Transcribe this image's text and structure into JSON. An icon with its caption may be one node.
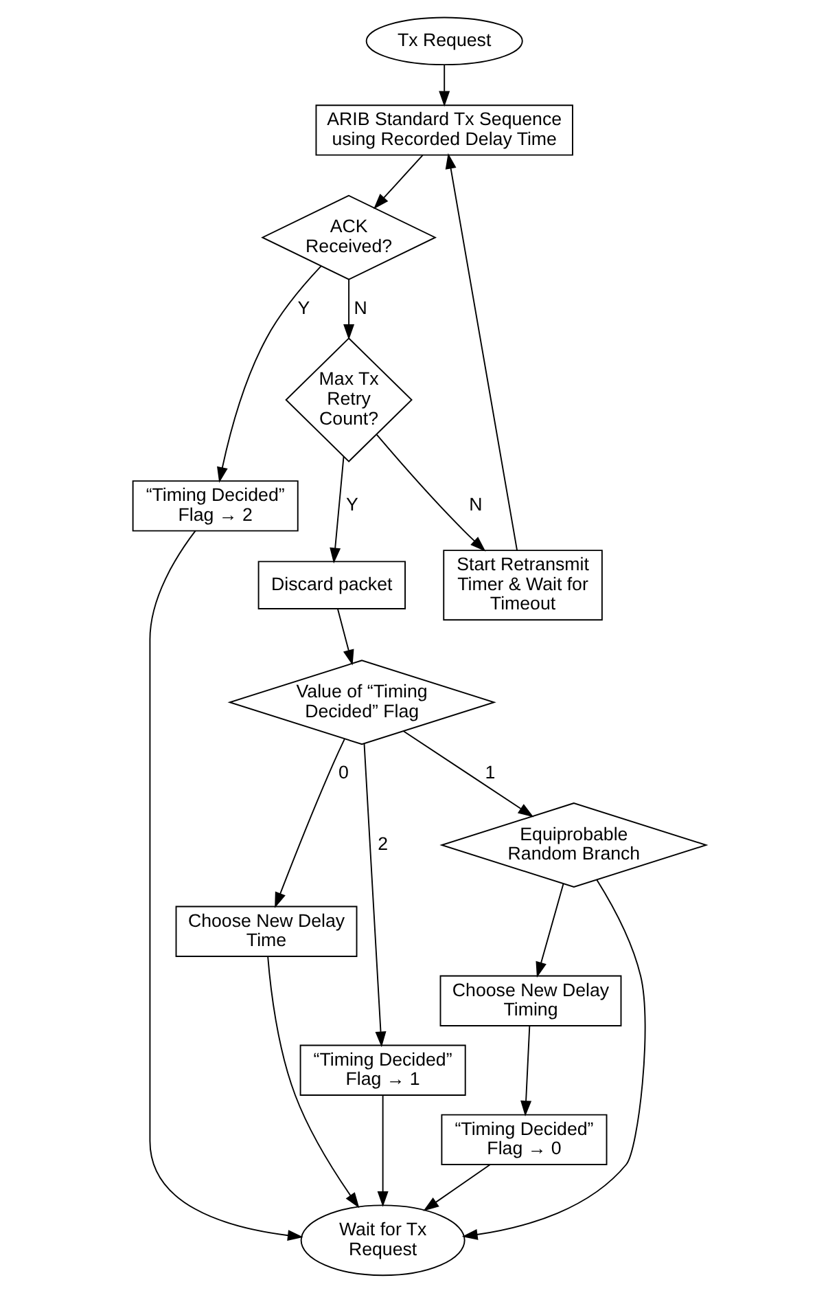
{
  "diagram": {
    "nodes": [
      {
        "text": [
          "Tx Request"
        ]
      },
      {
        "text": [
          "ARIB Standard Tx Sequence using Recorded Delay Time"
        ]
      },
      {
        "text": [
          "ACK Received?"
        ]
      },
      {
        "text": [
          "“Timing Decided” Flag → 2"
        ]
      },
      {
        "text": [
          "Max Tx Retry Count?"
        ]
      },
      {
        "text": [
          "Discard packet"
        ]
      },
      {
        "text": [
          "Start Retransmit Timer & Wait for Timeout"
        ]
      },
      {
        "text": [
          "Value of “Timing Decided” Flag"
        ]
      },
      {
        "text": [
          "Choose New Delay Time"
        ]
      },
      {
        "text": [
          "“Timing Decided” Flag → 1"
        ]
      },
      {
        "text": [
          "Equiprobable Random Branch"
        ]
      },
      {
        "text": [
          "Choose New Delay Timing"
        ]
      },
      {
        "text": [
          "“Timing Decided” Flag → 0"
        ]
      },
      {
        "text": [
          "Wait for Tx Request"
        ]
      }
    ],
    "edges": [
      {
        "from": 0,
        "to": 1,
        "arrow": "to"
      },
      {
        "from": 1,
        "to": 2,
        "arrow": "to"
      },
      {
        "from": 2,
        "to": 4,
        "arrow": "to",
        "label": "N"
      },
      {
        "from": 2,
        "to": 3,
        "arrow": "to",
        "label": "Y"
      },
      {
        "from": 4,
        "to": 5,
        "arrow": "to",
        "label": "Y"
      },
      {
        "from": 4,
        "to": 6,
        "arrow": "to",
        "label": "N"
      },
      {
        "from": 6,
        "to": 1,
        "arrow": "to"
      },
      {
        "from": 5,
        "to": 7,
        "arrow": "to"
      },
      {
        "from": 7,
        "to": 8,
        "arrow": "to",
        "label": "0"
      },
      {
        "from": 7,
        "to": 10,
        "arrow": "to",
        "label": "1"
      },
      {
        "from": 7,
        "to": 9,
        "arrow": "to",
        "label": "2"
      },
      {
        "from": 10,
        "to": 11,
        "arrow": "to"
      },
      {
        "from": 11,
        "to": 12,
        "arrow": "to"
      },
      {
        "from": 12,
        "to": 13,
        "arrow": "to"
      },
      {
        "from": 8,
        "to": 13,
        "arrow": "to"
      },
      {
        "from": 10,
        "to": 13,
        "arrow": "to"
      },
      {
        "from": 3,
        "to": 13,
        "arrow": "to"
      },
      {
        "from": 9,
        "to": 13,
        "arrow": "to"
      }
    ]
  }
}
